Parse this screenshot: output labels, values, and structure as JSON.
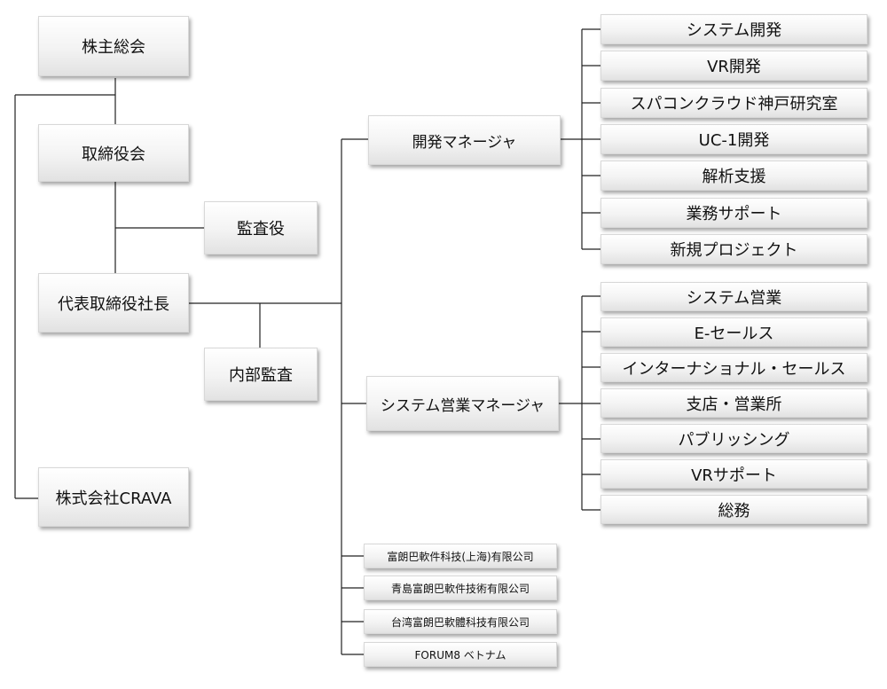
{
  "top": {
    "shareholders_meeting": "株主総会",
    "board_of_directors": "取締役会",
    "auditor": "監査役",
    "president": "代表取締役社長",
    "internal_audit": "内部監査",
    "crava": "株式会社CRAVA"
  },
  "development": {
    "manager": "開発マネージャ",
    "units": [
      "システム開発",
      "VR開発",
      "スパコンクラウド神戸研究室",
      "UC-1開発",
      "解析支援",
      "業務サポート",
      "新規プロジェクト"
    ]
  },
  "sales": {
    "manager": "システム営業マネージャ",
    "units": [
      "システム営業",
      "E-セールス",
      "インターナショナル・セールス",
      "支店・営業所",
      "パブリッシング",
      "VRサポート",
      "総務"
    ]
  },
  "subsidiaries": [
    "富朗巴軟件科技(上海)有限公司",
    "青島富朗巴軟件技術有限公司",
    "台湾富朗巴軟體科技有限公司",
    "FORUM8 ベトナム"
  ]
}
